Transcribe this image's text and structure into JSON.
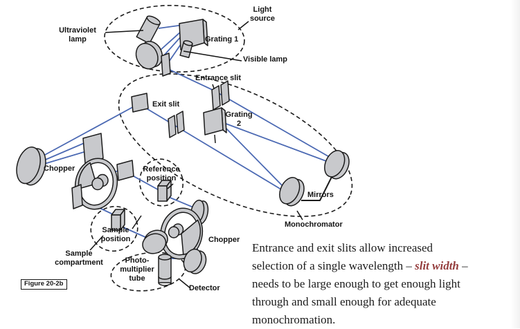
{
  "figure": {
    "tag": "Figure 20-2b",
    "labels": {
      "light_source": "Light\nsource",
      "ultraviolet_lamp": "Ultraviolet\nlamp",
      "grating_1": "Grating 1",
      "visible_lamp": "Visible lamp",
      "entrance_slit": "Entrance slit",
      "exit_slit": "Exit slit",
      "grating_2": "Grating\n2",
      "mirrors": "Mirrors",
      "monochromator": "Monochromator",
      "chopper_top": "Chopper",
      "reference_position": "Reference\nposition",
      "sample_position": "Sample\nposition",
      "sample_compartment": "Sample\ncompartment",
      "chopper_bottom": "Chopper",
      "photomultiplier_tube": "Photo-\nmultiplier\ntube",
      "detector": "Detector"
    },
    "colors": {
      "beam": "#4b69b3",
      "component_fill": "#c8c9cc",
      "outline": "#1b1b1b",
      "highlight_text": "#953e3e"
    }
  },
  "caption": {
    "line1": "Entrance and exit slits allow increased",
    "line2_pre": "selection of a single wavelength – ",
    "line2_highlight": "slit width",
    "line2_post": " –",
    "line3": "needs to be large enough to get enough light",
    "line4": "through and small enough for adequate",
    "line5": "monochromation."
  }
}
